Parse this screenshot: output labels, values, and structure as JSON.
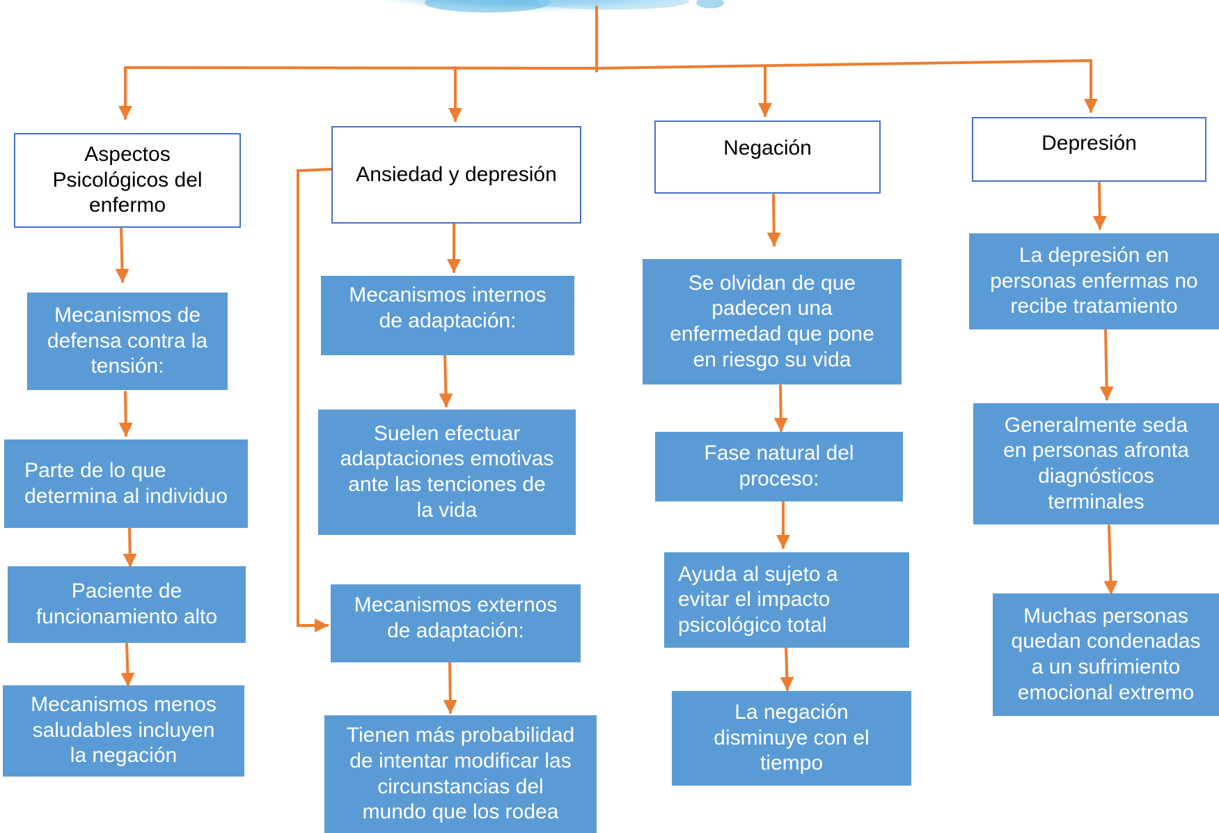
{
  "colors": {
    "connector": "#ed7d31",
    "header_border": "#4472c4",
    "box_fill": "#5b9bd5",
    "box_text": "#ffffff",
    "splash": "#5fb4df"
  },
  "columns": [
    {
      "header": "Aspectos\nPsicológicos del\nenfermo",
      "items": [
        "Mecanismos de\ndefensa contra la\ntensión:",
        "Parte de lo que\ndetermina al individuo",
        "Paciente de\nfuncionamiento alto",
        "Mecanismos menos\nsaludables incluyen\nla negación"
      ]
    },
    {
      "header": "Ansiedad y depresión",
      "items": [
        "Mecanismos internos\nde adaptación:",
        "Suelen efectuar\nadaptaciones emotivas\nante las tenciones de\nla vida",
        "Mecanismos externos\nde adaptación:",
        "Tienen más probabilidad\nde intentar modificar las\ncircunstancias del\nmundo que los rodea"
      ]
    },
    {
      "header": "Negación",
      "items": [
        "Se olvidan de que\npadecen una\nenfermedad que pone\nen riesgo su vida",
        "Fase natural del\nproceso:",
        "Ayuda al sujeto a\nevitar el impacto\npsicológico total",
        "La negación\ndisminuye con el\ntiempo"
      ]
    },
    {
      "header": "Depresión",
      "items": [
        "La depresión en\npersonas enfermas no\nrecibe tratamiento",
        "Generalmente seda\nen personas afronta\ndiagnósticos\nterminales",
        "Muchas personas\nquedan condenadas\na un sufrimiento\nemocional extremo"
      ]
    }
  ]
}
